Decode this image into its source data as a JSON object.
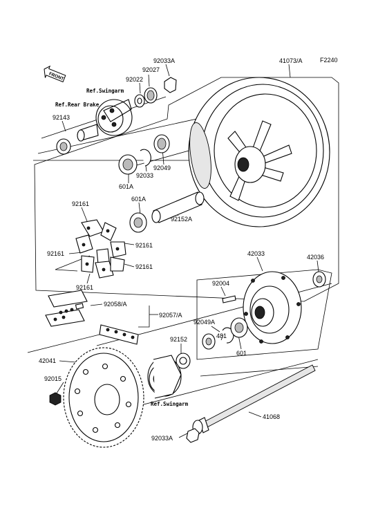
{
  "figure_code": "F2240",
  "front_badge": "FRONT",
  "refs": {
    "swingarm_top": "Ref.Swingarm",
    "rear_brake": "Ref.Rear Brake",
    "swingarm_bottom": "Ref.Swingarm"
  },
  "labels": {
    "p92033A_top": "92033A",
    "p92027": "92027",
    "p92022": "92022",
    "p41073A": "41073/A",
    "p92143": "92143",
    "p92033": "92033",
    "p92049": "92049",
    "p601A_1": "601A",
    "p601A_2": "601A",
    "p92152A": "92152A",
    "p92161_a": "92161",
    "p92161_b": "92161",
    "p92161_c": "92161",
    "p92161_d": "92161",
    "p92161_e": "92161",
    "p42033": "42033",
    "p42036": "42036",
    "p92004": "92004",
    "p92058A": "92058/A",
    "p92057A": "92057/A",
    "p92049A": "92049A",
    "p481": "481",
    "p92152": "92152",
    "p601": "601",
    "p42041": "42041",
    "p92015": "92015",
    "p41068": "41068",
    "p92033A_bottom": "92033A"
  }
}
